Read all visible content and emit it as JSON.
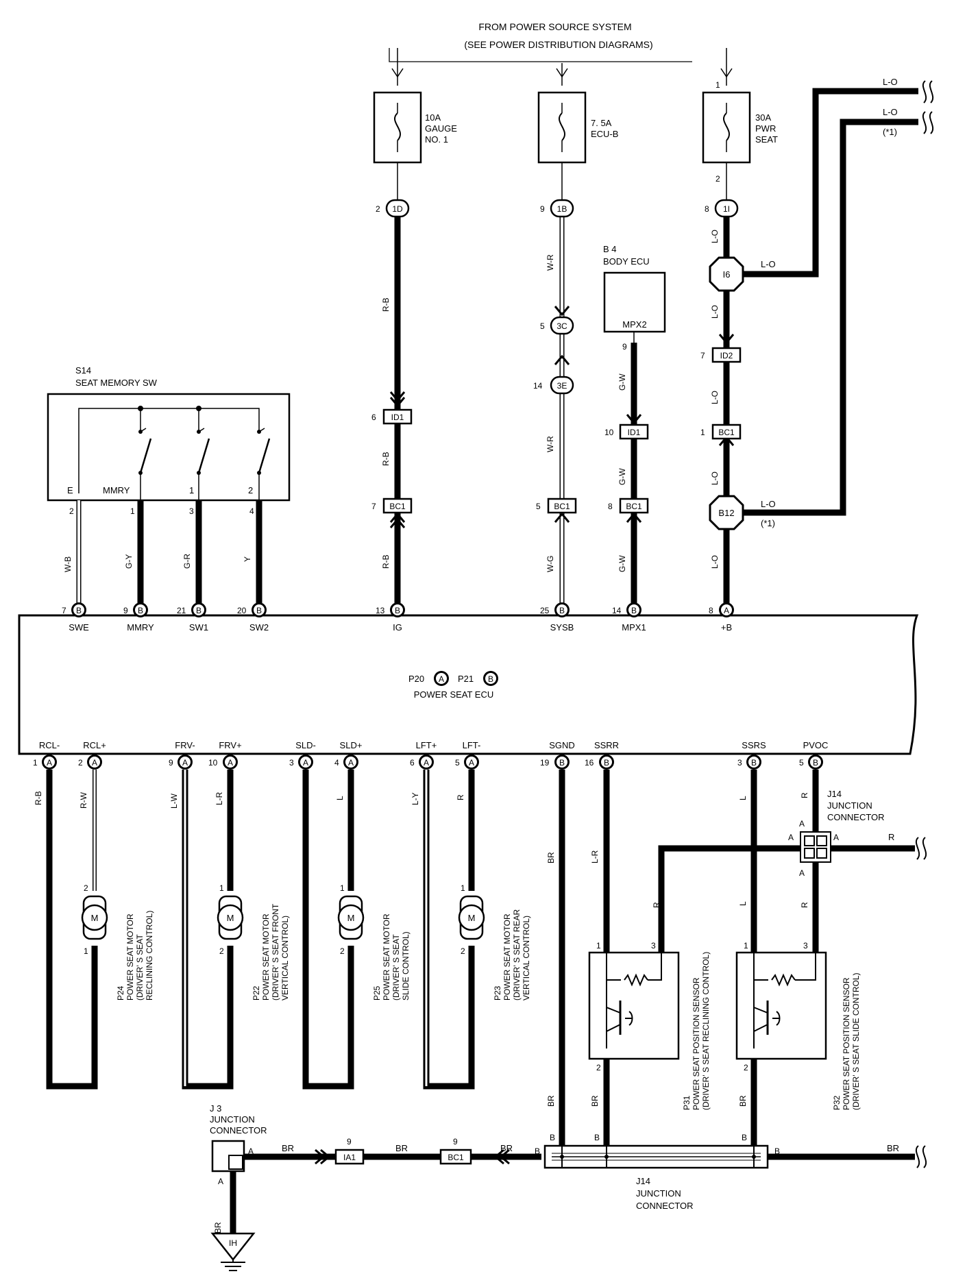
{
  "header": {
    "line1": "FROM POWER SOURCE SYSTEM",
    "line2": "(SEE POWER DISTRIBUTION DIAGRAMS)"
  },
  "fuses": {
    "gauge": {
      "amp": "10A",
      "name1": "GAUGE",
      "name2": "NO. 1"
    },
    "ecub": {
      "amp": "7. 5A",
      "name1": "ECU-B",
      "name2": ""
    },
    "pwrseat": {
      "amp": "30A",
      "name1": "PWR",
      "name2": "SEAT",
      "pin_top": "1",
      "pin_bot": "2"
    }
  },
  "connectors": {
    "c1D": {
      "pin": "2",
      "id": "1D"
    },
    "c1B": {
      "pin": "9",
      "id": "1B"
    },
    "c1I": {
      "pin": "8",
      "id": "1I"
    },
    "c3C": {
      "pin": "5",
      "id": "3C"
    },
    "c3E": {
      "pin": "14",
      "id": "3E"
    },
    "i6": "I6",
    "b12": "B12",
    "id2": {
      "pin": "7",
      "id": "ID2"
    },
    "id1a": {
      "pin": "6",
      "id": "ID1"
    },
    "id1b": {
      "pin": "10",
      "id": "ID1"
    },
    "bc1a": {
      "pin": "7",
      "id": "BC1"
    },
    "bc1b": {
      "pin": "5",
      "id": "BC1"
    },
    "bc1c": {
      "pin": "8",
      "id": "BC1"
    },
    "bc1d": {
      "pin": "1",
      "id": "BC1"
    },
    "ia1": {
      "pin": "9",
      "id": "IA1"
    },
    "bc1e": {
      "pin": "9",
      "id": "BC1"
    },
    "ih": "IH"
  },
  "body_ecu": {
    "code": "B 4",
    "name": "BODY ECU",
    "terminal": "MPX2",
    "pin": "9"
  },
  "seat_memory_sw": {
    "code": "S14",
    "name": "SEAT MEMORY SW",
    "terminals": [
      "E",
      "MMRY",
      "1",
      "2"
    ],
    "pins": [
      "2",
      "1",
      "3",
      "4"
    ]
  },
  "wire_colors": {
    "wb": "W-B",
    "gy": "G-Y",
    "gr": "G-R",
    "y": "Y",
    "rb": "R-B",
    "wr": "W-R",
    "wg": "W-G",
    "gw": "G-W",
    "lo": "L-O",
    "rw": "R-W",
    "lw": "L-W",
    "lr": "L-R",
    "l": "L",
    "ly": "L-Y",
    "r": "R",
    "br": "BR"
  },
  "power_seat_ecu": {
    "conn_a": "P20",
    "conn_b": "P21",
    "letter_a": "A",
    "letter_b": "B",
    "name": "POWER SEAT ECU",
    "top_terminals": [
      {
        "pin": "7",
        "c": "B",
        "label": "SWE"
      },
      {
        "pin": "9",
        "c": "B",
        "label": "MMRY"
      },
      {
        "pin": "21",
        "c": "B",
        "label": "SW1"
      },
      {
        "pin": "20",
        "c": "B",
        "label": "SW2"
      },
      {
        "pin": "13",
        "c": "B",
        "label": "IG"
      },
      {
        "pin": "25",
        "c": "B",
        "label": "SYSB"
      },
      {
        "pin": "14",
        "c": "B",
        "label": "MPX1"
      },
      {
        "pin": "8",
        "c": "A",
        "label": "+B"
      }
    ],
    "bottom_terminals": [
      {
        "pin": "1",
        "c": "A",
        "label": "RCL-"
      },
      {
        "pin": "2",
        "c": "A",
        "label": "RCL+"
      },
      {
        "pin": "9",
        "c": "A",
        "label": "FRV-"
      },
      {
        "pin": "10",
        "c": "A",
        "label": "FRV+"
      },
      {
        "pin": "3",
        "c": "A",
        "label": "SLD-"
      },
      {
        "pin": "4",
        "c": "A",
        "label": "SLD+"
      },
      {
        "pin": "6",
        "c": "A",
        "label": "LFT+"
      },
      {
        "pin": "5",
        "c": "A",
        "label": "LFT-"
      },
      {
        "pin": "19",
        "c": "B",
        "label": "SGND"
      },
      {
        "pin": "16",
        "c": "B",
        "label": "SSRR"
      },
      {
        "pin": "3",
        "c": "B",
        "label": "SSRS"
      },
      {
        "pin": "5",
        "c": "B",
        "label": "PVOC"
      }
    ]
  },
  "motors": [
    {
      "code": "P24",
      "l1": "POWER SEAT MOTOR",
      "l2": "(DRIVER' S SEAT",
      "l3": "RECLINING CONTROL)",
      "pin_top": "2",
      "pin_bot": "1"
    },
    {
      "code": "P22",
      "l1": "POWER SEAT MOTOR",
      "l2": "(DRIVER' S SEAT FRONT",
      "l3": "VERTICAL CONTROL)",
      "pin_top": "1",
      "pin_bot": "2"
    },
    {
      "code": "P25",
      "l1": "POWER SEAT MOTOR",
      "l2": "(DRIVER' S SEAT",
      "l3": "SLIDE CONTROL)",
      "pin_top": "1",
      "pin_bot": "2"
    },
    {
      "code": "P23",
      "l1": "POWER SEAT MOTOR",
      "l2": "(DRIVER' S SEAT REAR",
      "l3": "VERTICAL CONTROL)",
      "pin_top": "1",
      "pin_bot": "2"
    }
  ],
  "motor_symbol": "M",
  "sensors": [
    {
      "code": "P31",
      "l1": "POWER SEAT POSITION SENSOR",
      "l2": "(DRIVER' S SEAT RECLINING CONTROL)",
      "pins": [
        "1",
        "3",
        "2"
      ]
    },
    {
      "code": "P32",
      "l1": "POWER SEAT POSITION SENSOR",
      "l2": "(DRIVER' S SEAT SLIDE CONTROL)",
      "pins": [
        "1",
        "3",
        "2"
      ]
    }
  ],
  "j14_top": {
    "code": "J14",
    "l1": "JUNCTION",
    "l2": "CONNECTOR",
    "a": "A"
  },
  "j14_bottom": {
    "code": "J14",
    "l1": "JUNCTION",
    "l2": "CONNECTOR",
    "b": "B"
  },
  "j3": {
    "code": "J 3",
    "l1": "JUNCTION",
    "l2": "CONNECTOR",
    "a": "A"
  },
  "note": "(*1)"
}
